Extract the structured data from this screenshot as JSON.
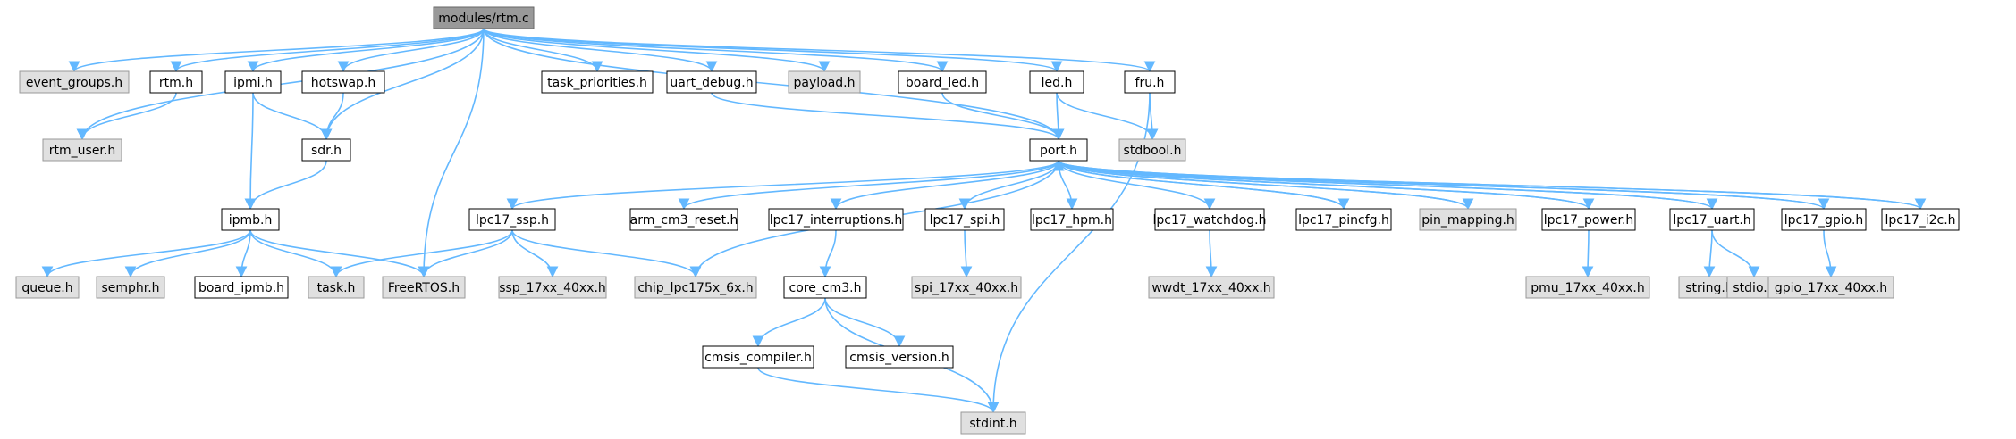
{
  "colors": {
    "edge": "#63b8ff",
    "root_fill": "#999999",
    "external_fill": "#e0e0e0",
    "doc_fill": "#ffffff"
  },
  "nodes": [
    {
      "id": "rtm_c",
      "label": "modules/rtm.c",
      "kind": "root"
    },
    {
      "id": "event_groups_h",
      "label": "event_groups.h",
      "kind": "ext"
    },
    {
      "id": "rtm_h",
      "label": "rtm.h",
      "kind": "doc"
    },
    {
      "id": "ipmi_h",
      "label": "ipmi.h",
      "kind": "doc"
    },
    {
      "id": "hotswap_h",
      "label": "hotswap.h",
      "kind": "doc"
    },
    {
      "id": "task_priorities_h",
      "label": "task_priorities.h",
      "kind": "doc"
    },
    {
      "id": "uart_debug_h",
      "label": "uart_debug.h",
      "kind": "doc"
    },
    {
      "id": "payload_h",
      "label": "payload.h",
      "kind": "ext"
    },
    {
      "id": "board_led_h",
      "label": "board_led.h",
      "kind": "doc"
    },
    {
      "id": "led_h",
      "label": "led.h",
      "kind": "doc"
    },
    {
      "id": "fru_h",
      "label": "fru.h",
      "kind": "doc"
    },
    {
      "id": "rtm_user_h",
      "label": "rtm_user.h",
      "kind": "ext"
    },
    {
      "id": "sdr_h",
      "label": "sdr.h",
      "kind": "doc"
    },
    {
      "id": "port_h",
      "label": "port.h",
      "kind": "doc"
    },
    {
      "id": "stdbool_h",
      "label": "stdbool.h",
      "kind": "ext"
    },
    {
      "id": "ipmb_h",
      "label": "ipmb.h",
      "kind": "doc"
    },
    {
      "id": "lpc17_ssp_h",
      "label": "lpc17_ssp.h",
      "kind": "doc"
    },
    {
      "id": "arm_cm3_reset_h",
      "label": "arm_cm3_reset.h",
      "kind": "doc"
    },
    {
      "id": "lpc17_interruptions_h",
      "label": "lpc17_interruptions.h",
      "kind": "doc"
    },
    {
      "id": "lpc17_spi_h",
      "label": "lpc17_spi.h",
      "kind": "doc"
    },
    {
      "id": "lpc17_hpm_h",
      "label": "lpc17_hpm.h",
      "kind": "doc"
    },
    {
      "id": "lpc17_watchdog_h",
      "label": "lpc17_watchdog.h",
      "kind": "doc"
    },
    {
      "id": "lpc17_pincfg_h",
      "label": "lpc17_pincfg.h",
      "kind": "doc"
    },
    {
      "id": "pin_mapping_h",
      "label": "pin_mapping.h",
      "kind": "ext"
    },
    {
      "id": "lpc17_power_h",
      "label": "lpc17_power.h",
      "kind": "doc"
    },
    {
      "id": "lpc17_uart_h",
      "label": "lpc17_uart.h",
      "kind": "doc"
    },
    {
      "id": "lpc17_gpio_h",
      "label": "lpc17_gpio.h",
      "kind": "doc"
    },
    {
      "id": "lpc17_i2c_h",
      "label": "lpc17_i2c.h",
      "kind": "doc"
    },
    {
      "id": "queue_h",
      "label": "queue.h",
      "kind": "ext"
    },
    {
      "id": "semphr_h",
      "label": "semphr.h",
      "kind": "ext"
    },
    {
      "id": "board_ipmb_h",
      "label": "board_ipmb.h",
      "kind": "doc"
    },
    {
      "id": "task_h",
      "label": "task.h",
      "kind": "ext"
    },
    {
      "id": "freertos_h",
      "label": "FreeRTOS.h",
      "kind": "ext"
    },
    {
      "id": "ssp_17xx_40xx_h",
      "label": "ssp_17xx_40xx.h",
      "kind": "ext"
    },
    {
      "id": "chip_lpc175x_6x_h",
      "label": "chip_lpc175x_6x.h",
      "kind": "ext"
    },
    {
      "id": "core_cm3_h",
      "label": "core_cm3.h",
      "kind": "doc"
    },
    {
      "id": "spi_17xx_40xx_h",
      "label": "spi_17xx_40xx.h",
      "kind": "ext"
    },
    {
      "id": "wwdt_17xx_40xx_h",
      "label": "wwdt_17xx_40xx.h",
      "kind": "ext"
    },
    {
      "id": "pmu_17xx_40xx_h",
      "label": "pmu_17xx_40xx.h",
      "kind": "ext"
    },
    {
      "id": "string_h",
      "label": "string.h",
      "kind": "ext"
    },
    {
      "id": "stdio_h",
      "label": "stdio.h",
      "kind": "ext"
    },
    {
      "id": "gpio_17xx_40xx_h",
      "label": "gpio_17xx_40xx.h",
      "kind": "ext"
    },
    {
      "id": "cmsis_compiler_h",
      "label": "cmsis_compiler.h",
      "kind": "doc"
    },
    {
      "id": "cmsis_version_h",
      "label": "cmsis_version.h",
      "kind": "doc"
    },
    {
      "id": "stdint_h",
      "label": "stdint.h",
      "kind": "ext"
    }
  ],
  "edges": [
    [
      "rtm_c",
      "rtm_user_h"
    ],
    [
      "rtm_c",
      "event_groups_h"
    ],
    [
      "rtm_c",
      "rtm_h"
    ],
    [
      "rtm_c",
      "ipmi_h"
    ],
    [
      "rtm_c",
      "hotswap_h"
    ],
    [
      "rtm_c",
      "sdr_h"
    ],
    [
      "rtm_c",
      "freertos_h"
    ],
    [
      "rtm_c",
      "port_h"
    ],
    [
      "rtm_c",
      "task_priorities_h"
    ],
    [
      "rtm_c",
      "uart_debug_h"
    ],
    [
      "rtm_c",
      "payload_h"
    ],
    [
      "rtm_c",
      "board_led_h"
    ],
    [
      "rtm_c",
      "led_h"
    ],
    [
      "rtm_c",
      "fru_h"
    ],
    [
      "rtm_h",
      "rtm_user_h"
    ],
    [
      "ipmi_h",
      "sdr_h"
    ],
    [
      "ipmi_h",
      "ipmb_h"
    ],
    [
      "hotswap_h",
      "sdr_h"
    ],
    [
      "sdr_h",
      "ipmb_h"
    ],
    [
      "uart_debug_h",
      "port_h"
    ],
    [
      "board_led_h",
      "port_h"
    ],
    [
      "led_h",
      "port_h"
    ],
    [
      "led_h",
      "stdbool_h"
    ],
    [
      "fru_h",
      "stdbool_h"
    ],
    [
      "fru_h",
      "stdint_h"
    ],
    [
      "ipmb_h",
      "queue_h"
    ],
    [
      "ipmb_h",
      "semphr_h"
    ],
    [
      "ipmb_h",
      "board_ipmb_h"
    ],
    [
      "ipmb_h",
      "task_h"
    ],
    [
      "ipmb_h",
      "freertos_h"
    ],
    [
      "port_h",
      "lpc17_ssp_h"
    ],
    [
      "port_h",
      "chip_lpc175x_6x_h"
    ],
    [
      "port_h",
      "arm_cm3_reset_h"
    ],
    [
      "port_h",
      "lpc17_interruptions_h"
    ],
    [
      "port_h",
      "lpc17_spi_h"
    ],
    [
      "port_h",
      "lpc17_hpm_h"
    ],
    [
      "port_h",
      "lpc17_watchdog_h"
    ],
    [
      "port_h",
      "lpc17_pincfg_h"
    ],
    [
      "port_h",
      "pin_mapping_h"
    ],
    [
      "port_h",
      "lpc17_power_h"
    ],
    [
      "port_h",
      "lpc17_uart_h"
    ],
    [
      "port_h",
      "lpc17_gpio_h"
    ],
    [
      "port_h",
      "lpc17_i2c_h"
    ],
    [
      "lpc17_pincfg_h",
      "port_h"
    ],
    [
      "lpc17_uart_h",
      "port_h"
    ],
    [
      "lpc17_gpio_h",
      "port_h"
    ],
    [
      "lpc17_i2c_h",
      "port_h"
    ],
    [
      "lpc17_power_h",
      "port_h"
    ],
    [
      "pin_mapping_h",
      "port_h"
    ],
    [
      "lpc17_ssp_h",
      "task_h"
    ],
    [
      "lpc17_ssp_h",
      "freertos_h"
    ],
    [
      "lpc17_ssp_h",
      "ssp_17xx_40xx_h"
    ],
    [
      "lpc17_ssp_h",
      "chip_lpc175x_6x_h"
    ],
    [
      "lpc17_interruptions_h",
      "core_cm3_h"
    ],
    [
      "lpc17_spi_h",
      "spi_17xx_40xx_h"
    ],
    [
      "lpc17_watchdog_h",
      "wwdt_17xx_40xx_h"
    ],
    [
      "lpc17_power_h",
      "pmu_17xx_40xx_h"
    ],
    [
      "lpc17_uart_h",
      "string_h"
    ],
    [
      "lpc17_uart_h",
      "stdio_h"
    ],
    [
      "lpc17_gpio_h",
      "gpio_17xx_40xx_h"
    ],
    [
      "core_cm3_h",
      "cmsis_compiler_h"
    ],
    [
      "core_cm3_h",
      "cmsis_version_h"
    ],
    [
      "core_cm3_h",
      "stdint_h"
    ],
    [
      "cmsis_compiler_h",
      "stdint_h"
    ]
  ]
}
